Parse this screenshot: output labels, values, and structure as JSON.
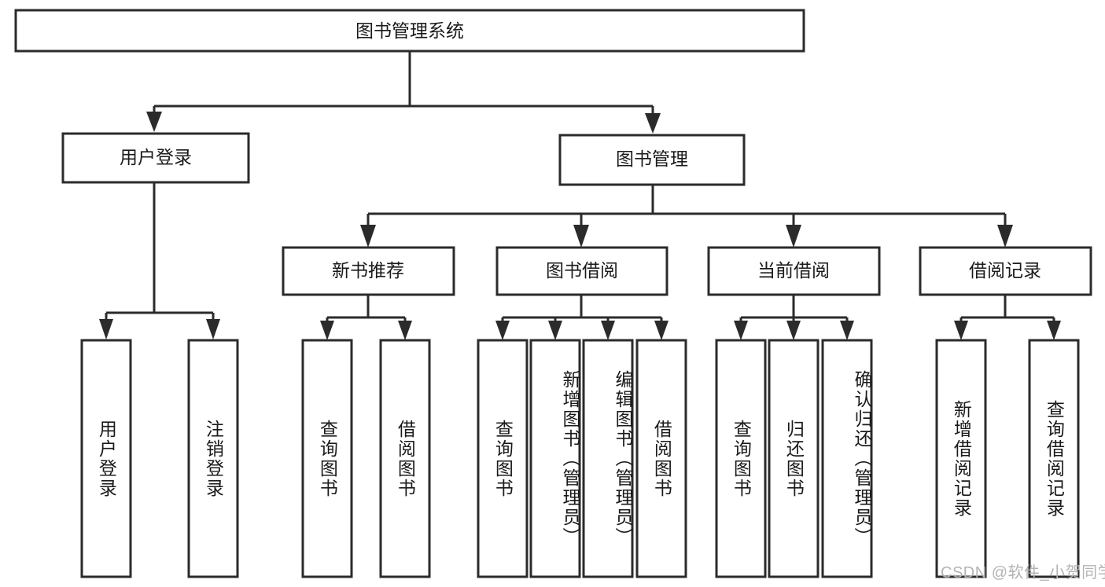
{
  "diagram": {
    "type": "tree",
    "title": "图书管理系统",
    "background_color": "#ffffff",
    "line_color": "#2b2b2b",
    "box_fill": "#ffffff",
    "text_color": "#1a1a1a",
    "root": {
      "label": "图书管理系统",
      "orientation": "horizontal"
    },
    "level2": [
      {
        "label": "用户登录",
        "orientation": "horizontal"
      },
      {
        "label": "图书管理",
        "orientation": "horizontal"
      }
    ],
    "level3": [
      {
        "label": "新书推荐",
        "orientation": "horizontal"
      },
      {
        "label": "图书借阅",
        "orientation": "horizontal"
      },
      {
        "label": "当前借阅",
        "orientation": "horizontal"
      },
      {
        "label": "借阅记录",
        "orientation": "horizontal"
      }
    ],
    "leaves": {
      "user_login": [
        {
          "label": "用户登录",
          "orientation": "vertical"
        },
        {
          "label": "注销登录",
          "orientation": "vertical"
        }
      ],
      "new_book_recommend": [
        {
          "label": "查询图书",
          "orientation": "vertical"
        },
        {
          "label": "借阅图书",
          "orientation": "vertical"
        }
      ],
      "book_borrow": [
        {
          "label": "查询图书",
          "orientation": "vertical"
        },
        {
          "label": "新增图书（管理员）",
          "orientation": "vertical"
        },
        {
          "label": "编辑图书（管理员）",
          "orientation": "vertical"
        },
        {
          "label": "借阅图书",
          "orientation": "vertical"
        }
      ],
      "current_borrow": [
        {
          "label": "查询图书",
          "orientation": "vertical"
        },
        {
          "label": "归还图书",
          "orientation": "vertical"
        },
        {
          "label": "确认归还（管理员）",
          "orientation": "vertical"
        }
      ],
      "borrow_record": [
        {
          "label": "新增借阅记录",
          "orientation": "vertical"
        },
        {
          "label": "查询借阅记录",
          "orientation": "vertical"
        }
      ]
    }
  },
  "watermark": {
    "text": "CSDN @软件_小贺同学"
  }
}
